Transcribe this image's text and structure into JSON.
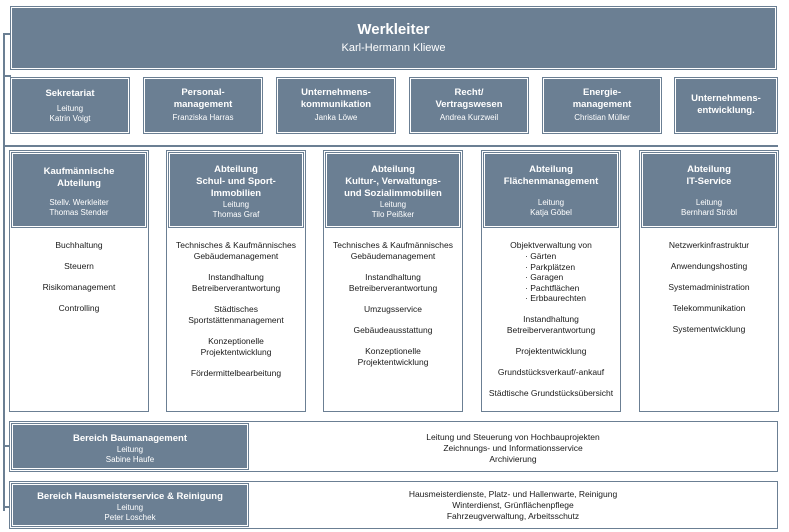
{
  "head": {
    "title": "Werkleiter",
    "name": "Karl-Hermann Kliewe"
  },
  "staff": [
    {
      "title": "Sekretariat",
      "sub1": "Leitung",
      "sub2": "Katrin Voigt"
    },
    {
      "title": "Personal-\nmanagement",
      "sub1": "",
      "sub2": "Franziska Harras"
    },
    {
      "title": "Unternehmens-\nkommunikation",
      "sub1": "",
      "sub2": "Janka Löwe"
    },
    {
      "title": "Recht/\nVertragswesen",
      "sub1": "",
      "sub2": "Andrea Kurzweil"
    },
    {
      "title": "Energie-\nmanagement",
      "sub1": "",
      "sub2": "Christian Müller"
    },
    {
      "title": "Unternehmens-\nentwicklung.",
      "sub1": "",
      "sub2": ""
    }
  ],
  "departments": [
    {
      "title": "Kaufmännische\nAbteilung",
      "sub1": "Stellv. Werkleiter",
      "sub2": "Thomas Stender",
      "items": [
        "Buchhaltung",
        "Steuern",
        "Risikomanagement",
        "Controlling"
      ]
    },
    {
      "title": "Abteilung\nSchul- und Sport-\nImmobilien",
      "sub1": "Leitung",
      "sub2": "Thomas Graf",
      "items": [
        "Technisches & Kaufmännisches\nGebäudemanagement",
        "Instandhaltung\nBetreiberverantwortung",
        "Städtisches\nSportstättenmanagement",
        "Konzeptionelle\nProjektentwicklung",
        "Fördermittelbearbeitung"
      ]
    },
    {
      "title": "Abteilung\nKultur-, Verwaltungs-\nund Sozialimmobilien",
      "sub1": "Leitung",
      "sub2": "Tilo Peißker",
      "items": [
        "Technisches & Kaufmännisches\nGebäudemanagement",
        "Instandhaltung\nBetreiberverantwortung",
        "Umzugsservice",
        "Gebäudeausstattung",
        "Konzeptionelle\nProjektentwicklung"
      ]
    },
    {
      "title": "Abteilung\nFlächenmanagement",
      "sub1": "Leitung",
      "sub2": "Katja Göbel",
      "items": [
        "Objektverwaltung von",
        "Instandhaltung\nBetreiberverantwortung",
        "Projektentwicklung",
        "Grundstücksverkauf/-ankauf",
        "Städtische Grundstücksübersicht"
      ],
      "subitems": [
        "· Gärten",
        "· Parkplätzen",
        "· Garagen",
        "· Pachtflächen",
        "· Erbbaurechten"
      ]
    },
    {
      "title": "Abteilung\nIT-Service",
      "sub1": "Leitung",
      "sub2": "Bernhard Ströbl",
      "items": [
        "Netzwerkinfrastruktur",
        "Anwendungshosting",
        "Systemadministration",
        "Telekommunikation",
        "Systementwicklung"
      ]
    }
  ],
  "areas": [
    {
      "title": "Bereich Baumanagement",
      "sub1": "Leitung",
      "sub2": "Sabine Haufe",
      "desc": [
        "Leitung und Steuerung von Hochbauprojekten",
        "Zeichnungs- und Informationsservice",
        "Archivierung"
      ]
    },
    {
      "title": "Bereich Hausmeisterservice & Reinigung",
      "sub1": "Leitung",
      "sub2": "Peter Loschek",
      "desc": [
        "Hausmeisterdienste, Platz- und Hallenwarte, Reinigung",
        "Winterdienst, Grünflächenpflege",
        "Fahrzeugverwaltung, Arbeitsschutz"
      ]
    }
  ]
}
